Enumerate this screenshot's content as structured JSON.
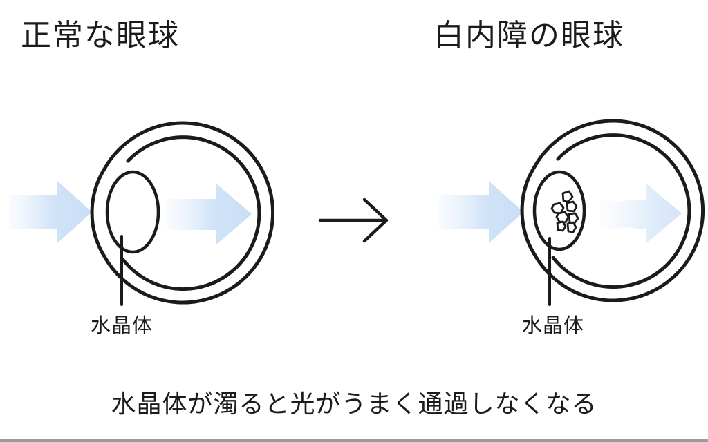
{
  "titles": {
    "left": "正常な眼球",
    "right": "白内障の眼球"
  },
  "labels": {
    "left_lens": "水晶体",
    "right_lens": "水晶体"
  },
  "caption": "水晶体が濁ると光がうまく通過しなくなる",
  "colors": {
    "outline": "#1b1b1b",
    "text": "#1b1b1b",
    "arrow_light": "#f4f9fe",
    "arrow_blue": "#c8def6",
    "bottom_bar": "#9b9b99"
  }
}
